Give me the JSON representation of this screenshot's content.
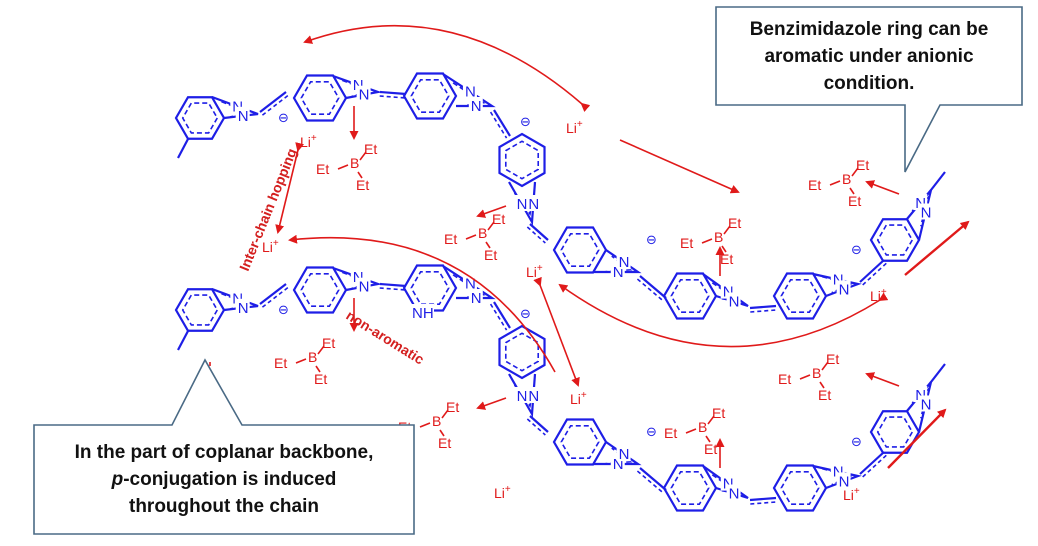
{
  "callouts": {
    "top": {
      "lines": [
        "Benzimidazole ring can be",
        "aromatic under anionic",
        "condition."
      ]
    },
    "bottom": {
      "lines_pre": "In the part of coplanar backbone,",
      "line2_italic": "p",
      "line2_rest": "-conjugation is induced",
      "line3": "throughout the chain"
    }
  },
  "labels": {
    "inter_chain": "Inter-chain hopping",
    "non_aromatic": "non-aromatic",
    "li": "Li",
    "li_sup": "+",
    "et": "Et",
    "boron": "B",
    "nitrogen": "N",
    "nh": "H",
    "anion": "⊖"
  },
  "colors": {
    "backbone": "#1e1ee6",
    "annotation": "#e01a1a",
    "callout_border": "#4a6a85"
  }
}
